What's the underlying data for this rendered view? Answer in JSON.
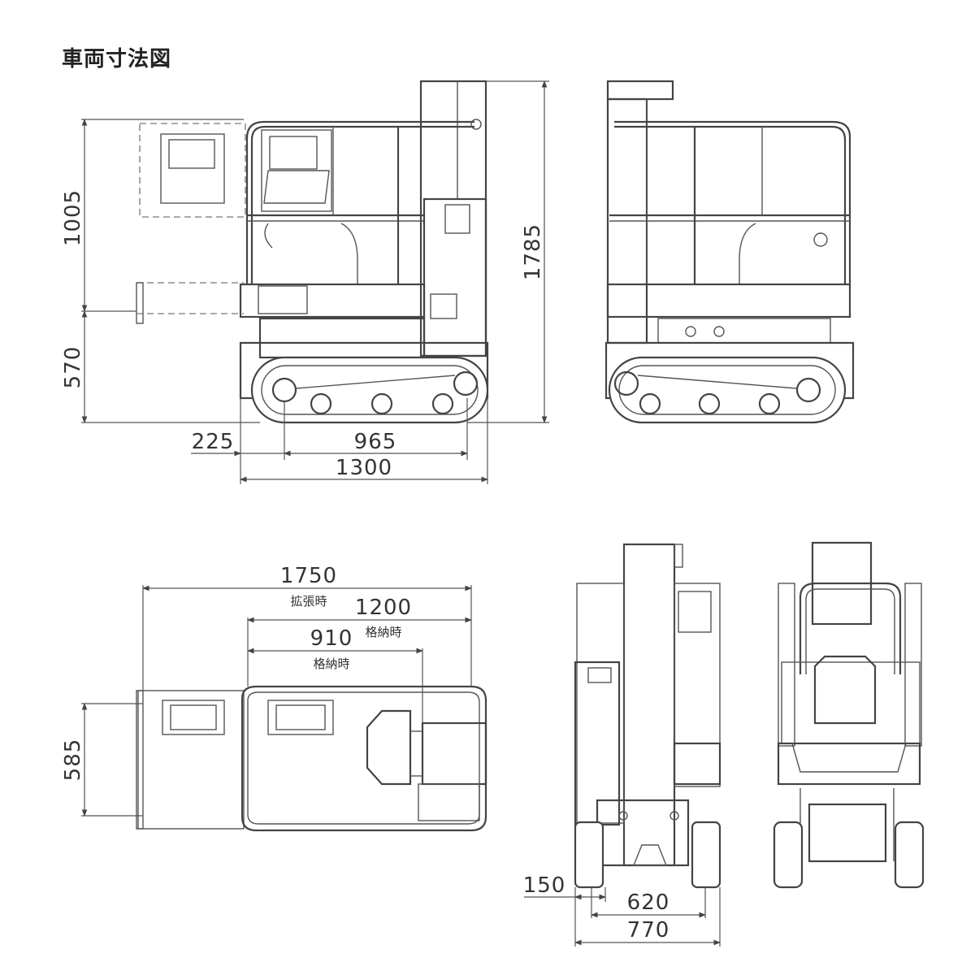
{
  "title": "車両寸法図",
  "dimensions": {
    "side_platform_height": "1005",
    "side_base_height": "570",
    "side_total_height": "1785",
    "side_front_overhang": "225",
    "side_wheelbase": "965",
    "side_length": "1300",
    "top_extended_length": "1750",
    "top_extended_note": "拡張時",
    "top_stowed_length": "1200",
    "top_stowed_note": "格納時",
    "top_stowed_inner": "910",
    "top_stowed_inner_note": "格納時",
    "top_width": "585",
    "rear_track_width": "150",
    "rear_tread": "620",
    "rear_total_width": "770"
  }
}
